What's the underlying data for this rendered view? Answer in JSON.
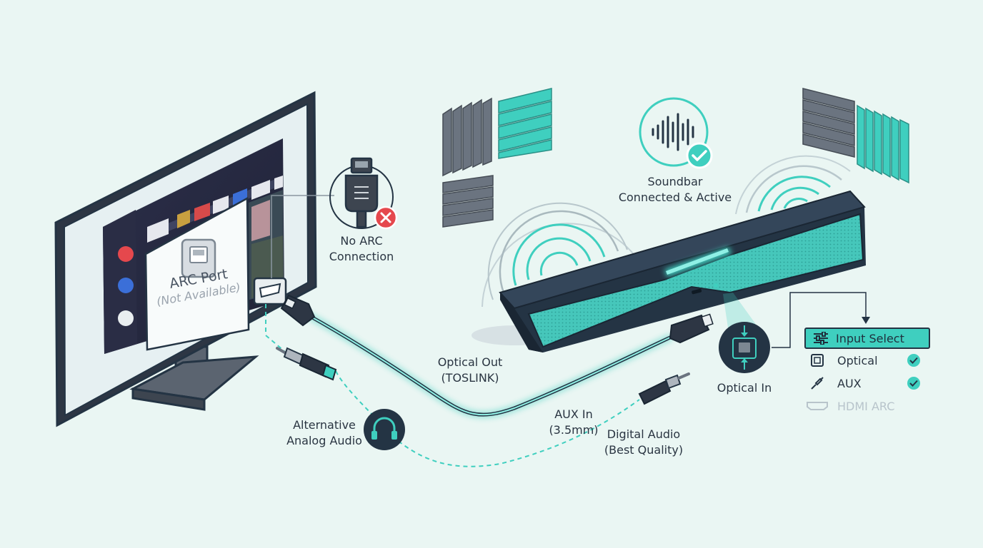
{
  "labels": {
    "no_arc": [
      "No ARC",
      "Connection"
    ],
    "arc_port_title": "ARC Port",
    "arc_port_sub": "(Not Available)",
    "soundbar_status": [
      "Soundbar",
      "Connected & Active"
    ],
    "optical_out": [
      "Optical Out",
      "(TOSLINK)"
    ],
    "alt_analog": [
      "Alternative",
      "Analog Audio"
    ],
    "aux_in": [
      "AUX In",
      "(3.5mm)"
    ],
    "digital_audio": [
      "Digital Audio",
      "(Best Quality)"
    ],
    "optical_in": "Optical In"
  },
  "input_select": {
    "title": "Input Select",
    "options": [
      {
        "label": "Optical",
        "icon": "optical-port-icon",
        "selected": true,
        "enabled": true
      },
      {
        "label": "AUX",
        "icon": "aux-plug-icon",
        "selected": true,
        "enabled": true
      },
      {
        "label": "HDMI ARC",
        "icon": "hdmi-port-icon",
        "selected": false,
        "enabled": false
      }
    ]
  },
  "colors": {
    "accent": "#3fcfbf",
    "dark": "#243444",
    "error": "#e5484d",
    "background": "#eaf6f3"
  }
}
